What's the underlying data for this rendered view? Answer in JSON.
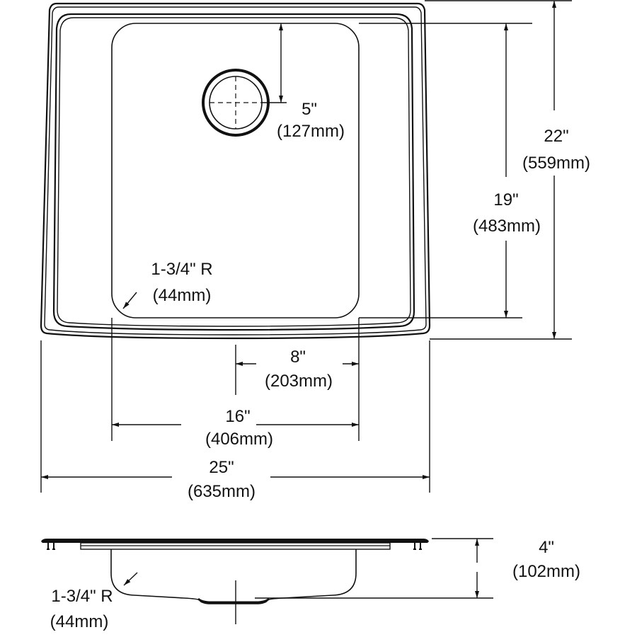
{
  "drawing": {
    "subject": "single-bowl drop-in sink dimension drawing",
    "colors": {
      "line": "#111111",
      "background": "#ffffff"
    },
    "top_view": {
      "drain_offset": {
        "imperial": "5\"",
        "metric": "(127mm)"
      },
      "bowl_length": {
        "imperial": "19\"",
        "metric": "(483mm)"
      },
      "overall_length": {
        "imperial": "22\"",
        "metric": "(559mm)"
      },
      "corner_radius": {
        "imperial": "1-3/4\" R",
        "metric": "(44mm)"
      },
      "drain_center": {
        "imperial": "8\"",
        "metric": "(203mm)"
      },
      "bowl_width": {
        "imperial": "16\"",
        "metric": "(406mm)"
      },
      "overall_width": {
        "imperial": "25\"",
        "metric": "(635mm)"
      }
    },
    "side_view": {
      "depth": {
        "imperial": "4\"",
        "metric": "(102mm)"
      },
      "corner_radius": {
        "imperial": "1-3/4\" R",
        "metric": "(44mm)"
      }
    }
  }
}
